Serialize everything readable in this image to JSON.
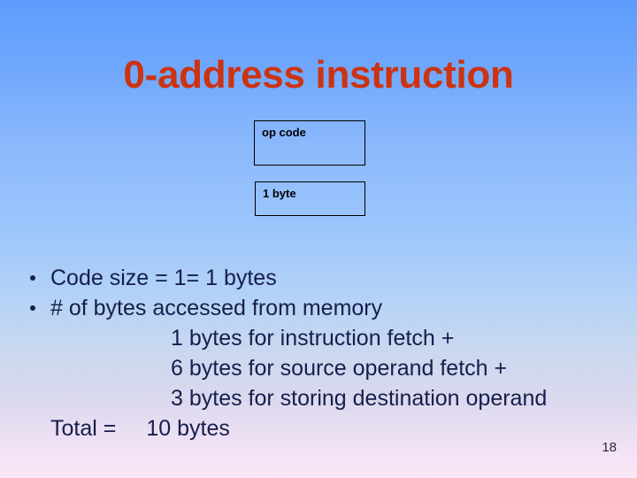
{
  "slide": {
    "title": "0-address instruction",
    "page_number": "18",
    "colors": {
      "title": "#cc3311",
      "body_text": "#161e4c",
      "box_border": "#000000",
      "background_top": "#5d9cfc",
      "background_bottom": "#fbe7f7"
    }
  },
  "diagram": {
    "opcode_box_label": "op code",
    "size_box_label": "1 byte"
  },
  "bullets": [
    {
      "text": "Code size = 1= 1 bytes"
    },
    {
      "text": "# of bytes accessed from memory"
    }
  ],
  "breakdown": [
    {
      "text": "1 bytes for instruction fetch +"
    },
    {
      "text": "6 bytes for source operand fetch +"
    },
    {
      "text": "3 bytes for storing destination operand"
    }
  ],
  "total": {
    "label": "Total =",
    "value": "10 bytes"
  }
}
